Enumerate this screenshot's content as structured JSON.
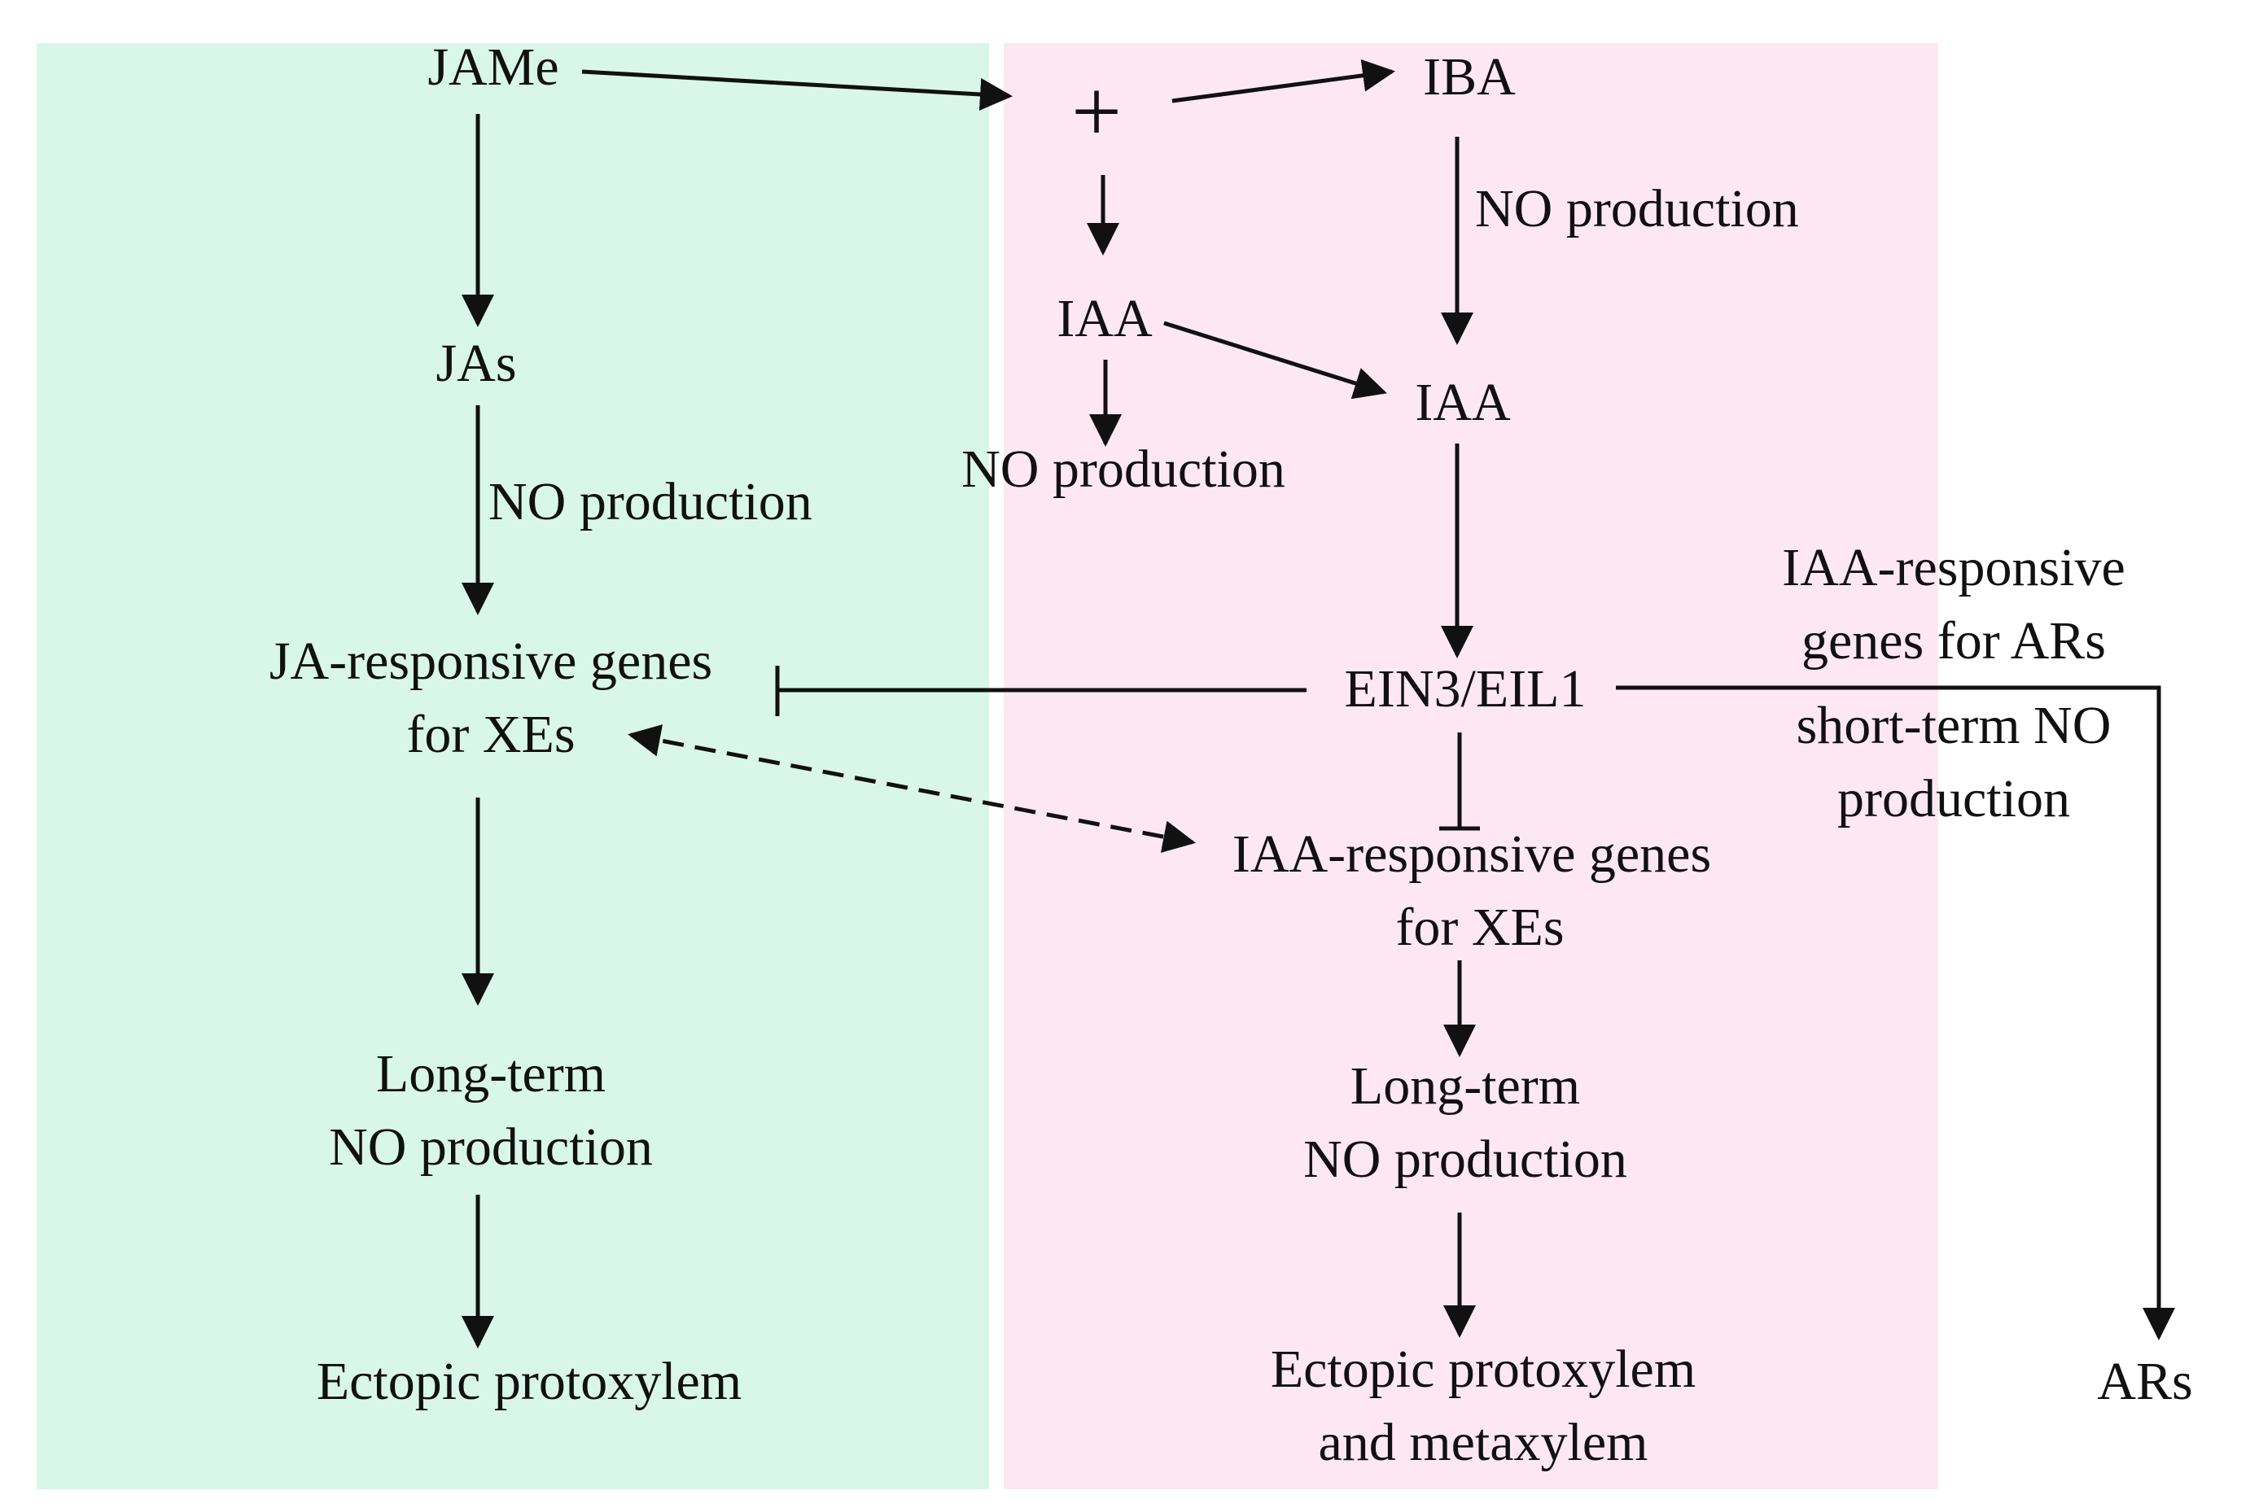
{
  "colors": {
    "left_panel": "#d9f6ea",
    "right_panel": "#fde8f2",
    "ink": "#111111"
  },
  "nodes": {
    "jame": "JAMe",
    "plus": "+",
    "iba": "IBA",
    "no_production_iba": "NO production",
    "iaa_left": "IAA",
    "iaa_right": "IAA",
    "no_production_iaa": "NO production",
    "jas": "JAs",
    "no_production_jas": "NO production",
    "ja_genes_line1": "JA-responsive genes",
    "ja_genes_line2": "for XEs",
    "ein3": "EIN3/EIL1",
    "iaa_genes_ars_line1": "IAA-responsive",
    "iaa_genes_ars_line2": "genes for ARs",
    "short_term_line1": "short-term NO",
    "short_term_line2": "production",
    "iaa_genes_xes_line1": "IAA-responsive genes",
    "iaa_genes_xes_line2": "for XEs",
    "long_term_left_line1": "Long-term",
    "long_term_left_line2": "NO production",
    "long_term_right_line1": "Long-term",
    "long_term_right_line2": "NO production",
    "ectopic_left": "Ectopic protoxylem",
    "ectopic_right_line1": "Ectopic protoxylem",
    "ectopic_right_line2": "and metaxylem",
    "ars": "ARs"
  }
}
